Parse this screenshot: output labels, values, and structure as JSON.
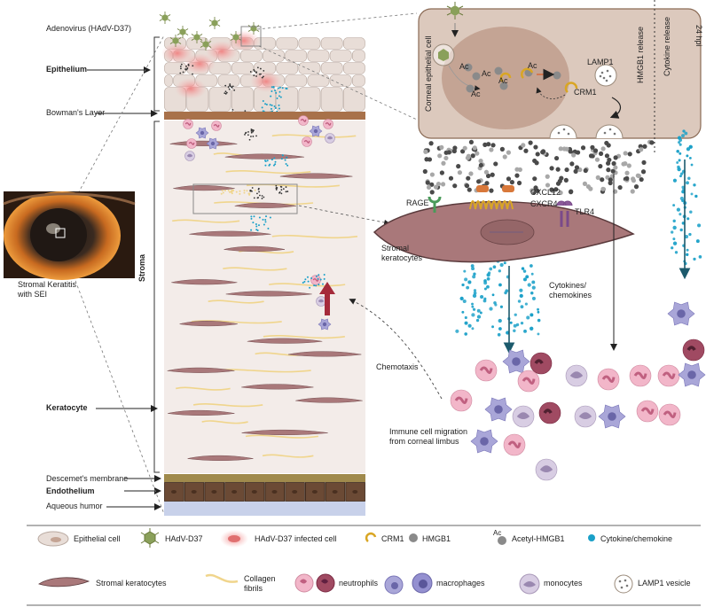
{
  "left_labels": {
    "adenovirus": "Adenovirus (HAdV-D37)",
    "epithelium": "Epithelium",
    "bowmans": "Bowman's Layer",
    "stroma": "Stroma",
    "keratocyte": "Keratocyte",
    "descemets": "Descemet's membrane",
    "endothelium": "Endothelium",
    "aqueous": "Aqueous humor",
    "eye_caption_1": "Stromal Keratitis",
    "eye_caption_2": "with SEI"
  },
  "right_labels": {
    "corneal_cell": "Corneal epithelial cell",
    "hpi": "24 hpi",
    "ac": "Ac",
    "lamp1": "LAMP1",
    "crm1": "CRM1",
    "hmgb1_release": "HMGB1 release",
    "cytokine_release": "Cytokine release",
    "rage": "RAGE",
    "cxcl12": "CXCL12",
    "cxcr4": "CXCR4",
    "tlr4": "TLR4",
    "stromal_keratocytes_1": "Stromal",
    "stromal_keratocytes_2": "keratocytes",
    "cytokines_1": "Cytokines/",
    "cytokines_2": "chemokines",
    "chemotaxis": "Chemotaxis",
    "migration_1": "Immune cell migration",
    "migration_2": "from corneal limbus"
  },
  "legend": {
    "epithelial_cell": "Epithelial cell",
    "hadv": "HAdV-D37",
    "infected": "HAdV-D37 infected cell",
    "crm1": "CRM1",
    "hmgb1": "HMGB1",
    "acetyl_prefix": "Ac",
    "acetyl": "Acetyl-HMGB1",
    "cytokine": "Cytokine/chemokine",
    "stromal": "Stromal keratocytes",
    "collagen_1": "Collagen",
    "collagen_2": "fibrils",
    "neutrophils": "neutrophils",
    "macrophages": "macrophages",
    "monocytes": "monocytes",
    "lamp1": "LAMP1 vesicle"
  },
  "colors": {
    "epithelial": "#e8ddd7",
    "stroma_bg": "#f3ece9",
    "bowman": "#a8714a",
    "keratocyte": "#a9787a",
    "collagen": "#f0d58c",
    "endothelium": "#6b4a35",
    "descemet": "#a08a4c",
    "aqueous": "#c8d1ea",
    "cytokine": "#1aa0c8",
    "hmgb1": "#7a7a7a",
    "crm1": "#d9a624",
    "virus": "#8aa05a",
    "infected": "#f3a3a3",
    "neutrophil": "#f2b6c9",
    "macrophage": "#a9a6d8",
    "monocyte": "#d8cde3"
  }
}
